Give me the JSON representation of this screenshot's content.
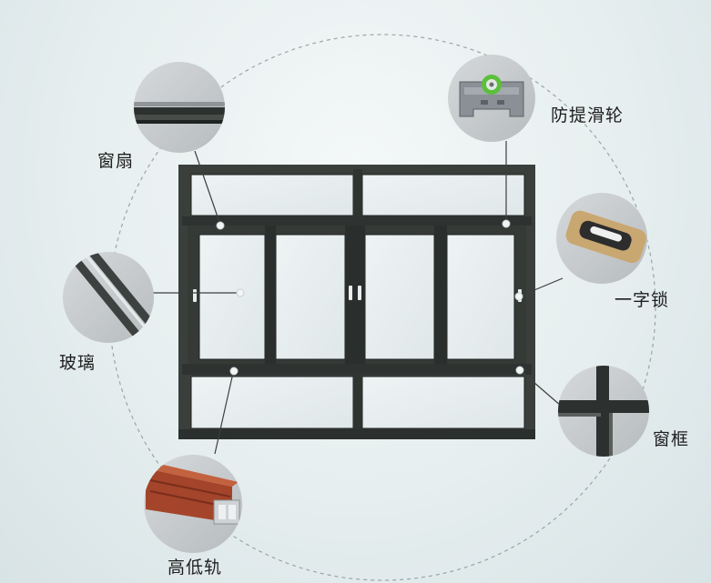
{
  "diagram": {
    "labels": {
      "sash": "窗扇",
      "anti_lift_pulley": "防提滑轮",
      "glass": "玻璃",
      "crescent_lock": "一字锁",
      "window_frame": "窗框",
      "high_low_track": "高低轨"
    },
    "colors": {
      "frame": "#3a3f3c",
      "frame_dark": "#262a28",
      "glass": "#e9eff0",
      "bubble": "#c9cdcf",
      "rail_red": "#a3442b",
      "lock_gold": "#c9a771",
      "pulley_green": "#5cbf3c",
      "dashed_circle": "#9aa5a8"
    },
    "icons": [
      "window-frame-diagram",
      "sash-profile-photo",
      "pulley-photo",
      "glass-profile-photo",
      "lock-photo",
      "frame-corner-photo",
      "rail-profile-photo"
    ]
  }
}
